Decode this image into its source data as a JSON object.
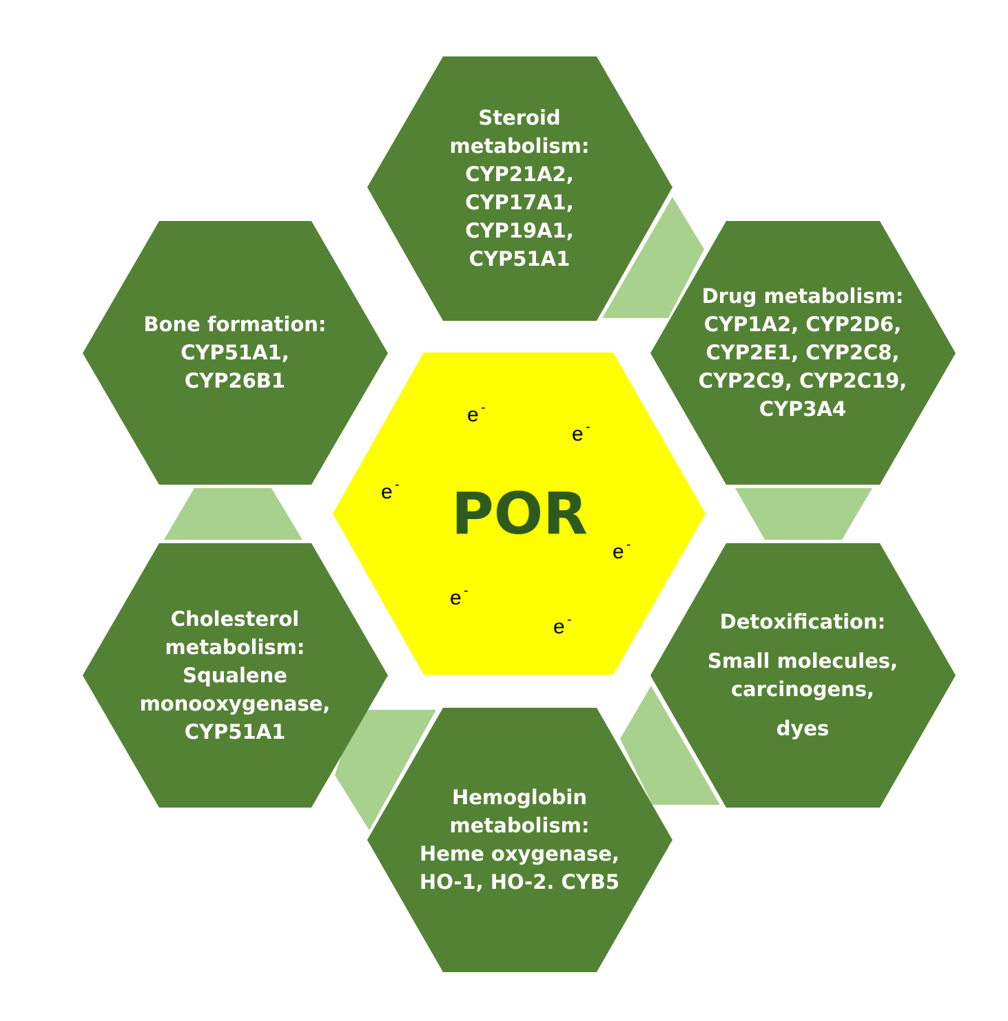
{
  "center": {
    "title": "POR",
    "electron_label": "e",
    "electron_charge": "-"
  },
  "hexagons": {
    "steroid": [
      "Steroid",
      "metabolism:",
      "CYP21A2,",
      "CYP17A1,",
      "CYP19A1,",
      "CYP51A1"
    ],
    "drug": [
      "Drug metabolism:",
      "CYP1A2, CYP2D6,",
      "CYP2E1, CYP2C8,",
      "CYP2C9, CYP2C19,",
      "CYP3A4"
    ],
    "detox": [
      "Detoxification:",
      "Small molecules,",
      "carcinogens,",
      "dyes"
    ],
    "hemoglobin": [
      "Hemoglobin",
      "metabolism:",
      "Heme oxygenase,",
      "HO-1, HO-2. CYB5"
    ],
    "cholesterol": [
      "Cholesterol",
      "metabolism:",
      "Squalene",
      "monooxygenase,",
      "CYP51A1"
    ],
    "bone": [
      "Bone formation:",
      "CYP51A1,",
      "CYP26B1"
    ]
  },
  "colors": {
    "hex_fill": "#548235",
    "connector_fill": "#a9d18e",
    "center_fill": "#ffff00",
    "center_text": "#2f5a1e",
    "hex_text": "#ffffff"
  }
}
